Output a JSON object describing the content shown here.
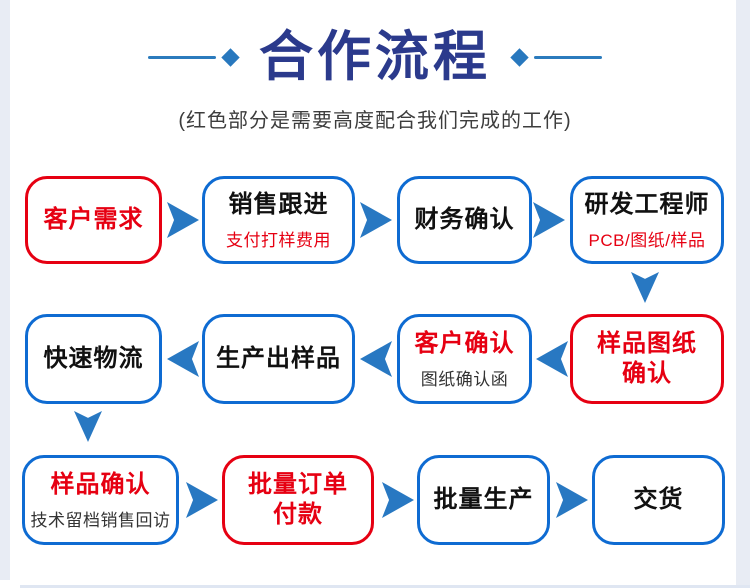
{
  "header": {
    "title": "合作流程",
    "subtitle": "(红色部分是需要高度配合我们完成的工作)"
  },
  "colors": {
    "title_blue": "#2b3a8c",
    "ornament_blue": "#2878be",
    "arrow_blue": "#2878c2",
    "box_border_blue": "#0e6bd2",
    "highlight_red": "#e60012",
    "text_dark": "#111111",
    "page_margin": "#e8ecf4"
  },
  "steps": [
    {
      "title": "客户需求",
      "border": "red",
      "title_color": "red"
    },
    {
      "title": "销售跟进",
      "subtitle": "支付打样费用",
      "border": "blue",
      "title_color": "dark",
      "subtitle_color": "red"
    },
    {
      "title": "财务确认",
      "border": "blue",
      "title_color": "dark"
    },
    {
      "title": "研发工程师",
      "subtitle": "PCB/图纸/样品",
      "border": "blue",
      "title_color": "dark",
      "subtitle_color": "red"
    },
    {
      "title": "样品图纸\n确认",
      "border": "red",
      "title_color": "red"
    },
    {
      "title": "客户确认",
      "subtitle": "图纸确认函",
      "border": "blue",
      "title_color": "red",
      "subtitle_color": "dark"
    },
    {
      "title": "生产出样品",
      "border": "blue",
      "title_color": "dark"
    },
    {
      "title": "快速物流",
      "border": "blue",
      "title_color": "dark"
    },
    {
      "title": "样品确认",
      "subtitle": "技术留档销售回访",
      "border": "blue",
      "title_color": "red",
      "subtitle_color": "dark"
    },
    {
      "title": "批量订单\n付款",
      "border": "red",
      "title_color": "red"
    },
    {
      "title": "批量生产",
      "border": "blue",
      "title_color": "dark"
    },
    {
      "title": "交货",
      "border": "blue",
      "title_color": "dark"
    }
  ]
}
